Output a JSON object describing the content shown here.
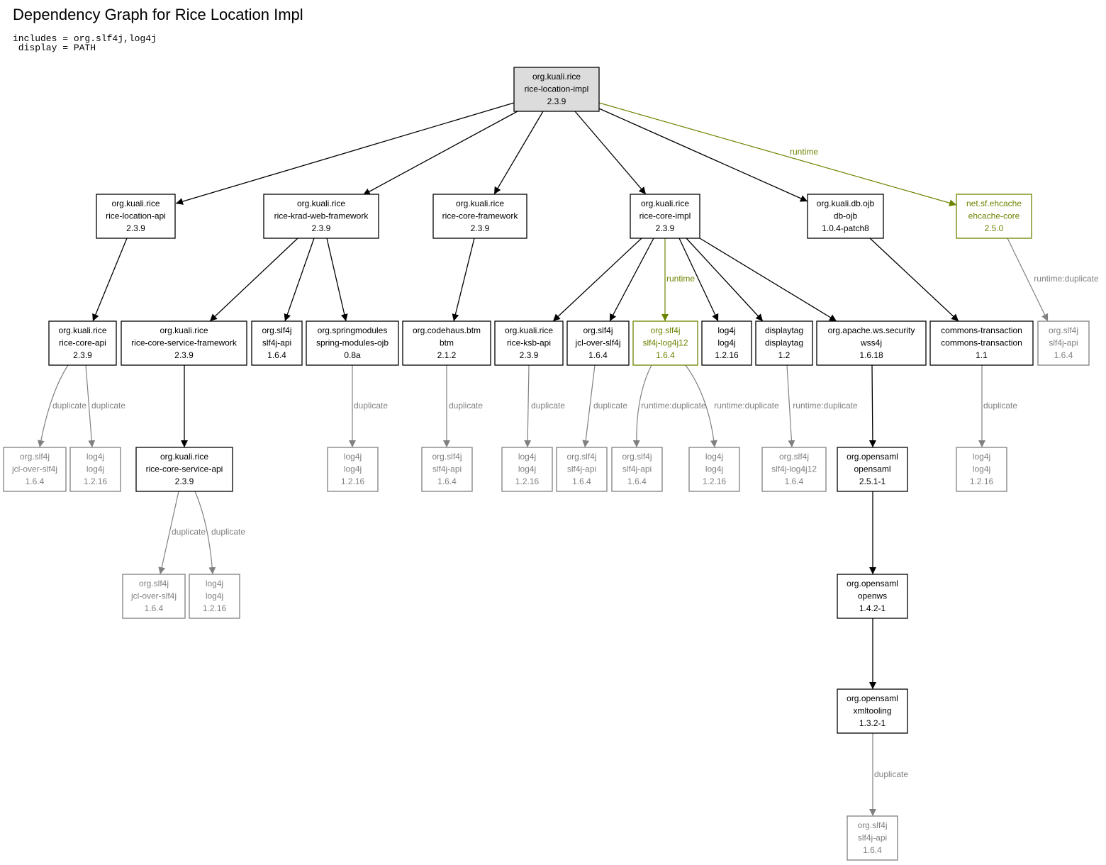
{
  "title": "Dependency Graph for Rice Location Impl",
  "params": [
    "includes = org.slf4j,log4j",
    " display = PATH"
  ],
  "colors": {
    "compile": "#000000",
    "runtime": "#6b8500",
    "duplicate": "#808080",
    "root_fill": "#dcdcdc"
  },
  "nodes": [
    {
      "id": "root",
      "group": "org.kuali.rice",
      "artifact": "rice-location-impl",
      "version": "2.3.9",
      "style": "root"
    },
    {
      "id": "location-api",
      "group": "org.kuali.rice",
      "artifact": "rice-location-api",
      "version": "2.3.9",
      "style": "compile"
    },
    {
      "id": "krad",
      "group": "org.kuali.rice",
      "artifact": "rice-krad-web-framework",
      "version": "2.3.9",
      "style": "compile"
    },
    {
      "id": "core-framework",
      "group": "org.kuali.rice",
      "artifact": "rice-core-framework",
      "version": "2.3.9",
      "style": "compile"
    },
    {
      "id": "core-impl",
      "group": "org.kuali.rice",
      "artifact": "rice-core-impl",
      "version": "2.3.9",
      "style": "compile"
    },
    {
      "id": "db-ojb",
      "group": "org.kuali.db.ojb",
      "artifact": "db-ojb",
      "version": "1.0.4-patch8",
      "style": "compile"
    },
    {
      "id": "ehcache",
      "group": "net.sf.ehcache",
      "artifact": "ehcache-core",
      "version": "2.5.0",
      "style": "runtime"
    },
    {
      "id": "core-api",
      "group": "org.kuali.rice",
      "artifact": "rice-core-api",
      "version": "2.3.9",
      "style": "compile"
    },
    {
      "id": "csf",
      "group": "org.kuali.rice",
      "artifact": "rice-core-service-framework",
      "version": "2.3.9",
      "style": "compile"
    },
    {
      "id": "slf4j-api-a",
      "group": "org.slf4j",
      "artifact": "slf4j-api",
      "version": "1.6.4",
      "style": "compile"
    },
    {
      "id": "spring-ojb",
      "group": "org.springmodules",
      "artifact": "spring-modules-ojb",
      "version": "0.8a",
      "style": "compile"
    },
    {
      "id": "btm",
      "group": "org.codehaus.btm",
      "artifact": "btm",
      "version": "2.1.2",
      "style": "compile"
    },
    {
      "id": "ksb-api",
      "group": "org.kuali.rice",
      "artifact": "rice-ksb-api",
      "version": "2.3.9",
      "style": "compile"
    },
    {
      "id": "jcl-a",
      "group": "org.slf4j",
      "artifact": "jcl-over-slf4j",
      "version": "1.6.4",
      "style": "compile"
    },
    {
      "id": "slf4j-log4j12",
      "group": "org.slf4j",
      "artifact": "slf4j-log4j12",
      "version": "1.6.4",
      "style": "runtime"
    },
    {
      "id": "log4j-a",
      "group": "log4j",
      "artifact": "log4j",
      "version": "1.2.16",
      "style": "compile"
    },
    {
      "id": "displaytag",
      "group": "displaytag",
      "artifact": "displaytag",
      "version": "1.2",
      "style": "compile"
    },
    {
      "id": "wss4j",
      "group": "org.apache.ws.security",
      "artifact": "wss4j",
      "version": "1.6.18",
      "style": "compile"
    },
    {
      "id": "commons-tx",
      "group": "commons-transaction",
      "artifact": "commons-transaction",
      "version": "1.1",
      "style": "compile"
    },
    {
      "id": "slf4j-api-dup-r",
      "group": "org.slf4j",
      "artifact": "slf4j-api",
      "version": "1.6.4",
      "style": "duplicate"
    },
    {
      "id": "jcl-dup-1",
      "group": "org.slf4j",
      "artifact": "jcl-over-slf4j",
      "version": "1.6.4",
      "style": "duplicate"
    },
    {
      "id": "log4j-dup-1",
      "group": "log4j",
      "artifact": "log4j",
      "version": "1.2.16",
      "style": "duplicate"
    },
    {
      "id": "csa",
      "group": "org.kuali.rice",
      "artifact": "rice-core-service-api",
      "version": "2.3.9",
      "style": "compile"
    },
    {
      "id": "log4j-dup-2",
      "group": "log4j",
      "artifact": "log4j",
      "version": "1.2.16",
      "style": "duplicate"
    },
    {
      "id": "slf4j-api-dup-2",
      "group": "org.slf4j",
      "artifact": "slf4j-api",
      "version": "1.6.4",
      "style": "duplicate"
    },
    {
      "id": "log4j-dup-3",
      "group": "log4j",
      "artifact": "log4j",
      "version": "1.2.16",
      "style": "duplicate"
    },
    {
      "id": "slf4j-api-dup-3",
      "group": "org.slf4j",
      "artifact": "slf4j-api",
      "version": "1.6.4",
      "style": "duplicate"
    },
    {
      "id": "slf4j-api-dup-4",
      "group": "org.slf4j",
      "artifact": "slf4j-api",
      "version": "1.6.4",
      "style": "duplicate"
    },
    {
      "id": "log4j-dup-4",
      "group": "log4j",
      "artifact": "log4j",
      "version": "1.2.16",
      "style": "duplicate"
    },
    {
      "id": "slf4j-log4j12-dup",
      "group": "org.slf4j",
      "artifact": "slf4j-log4j12",
      "version": "1.6.4",
      "style": "duplicate"
    },
    {
      "id": "opensaml",
      "group": "org.opensaml",
      "artifact": "opensaml",
      "version": "2.5.1-1",
      "style": "compile"
    },
    {
      "id": "log4j-dup-5",
      "group": "log4j",
      "artifact": "log4j",
      "version": "1.2.16",
      "style": "duplicate"
    },
    {
      "id": "jcl-dup-2",
      "group": "org.slf4j",
      "artifact": "jcl-over-slf4j",
      "version": "1.6.4",
      "style": "duplicate"
    },
    {
      "id": "log4j-dup-6",
      "group": "log4j",
      "artifact": "log4j",
      "version": "1.2.16",
      "style": "duplicate"
    },
    {
      "id": "openws",
      "group": "org.opensaml",
      "artifact": "openws",
      "version": "1.4.2-1",
      "style": "compile"
    },
    {
      "id": "xmltooling",
      "group": "org.opensaml",
      "artifact": "xmltooling",
      "version": "1.3.2-1",
      "style": "compile"
    },
    {
      "id": "slf4j-api-dup-5",
      "group": "org.slf4j",
      "artifact": "slf4j-api",
      "version": "1.6.4",
      "style": "duplicate"
    }
  ],
  "edges": [
    {
      "from": "root",
      "to": "location-api",
      "style": "compile",
      "label": ""
    },
    {
      "from": "root",
      "to": "krad",
      "style": "compile",
      "label": ""
    },
    {
      "from": "root",
      "to": "core-framework",
      "style": "compile",
      "label": ""
    },
    {
      "from": "root",
      "to": "core-impl",
      "style": "compile",
      "label": ""
    },
    {
      "from": "root",
      "to": "db-ojb",
      "style": "compile",
      "label": ""
    },
    {
      "from": "root",
      "to": "ehcache",
      "style": "runtime",
      "label": "runtime"
    },
    {
      "from": "location-api",
      "to": "core-api",
      "style": "compile",
      "label": ""
    },
    {
      "from": "krad",
      "to": "csf",
      "style": "compile",
      "label": ""
    },
    {
      "from": "krad",
      "to": "slf4j-api-a",
      "style": "compile",
      "label": ""
    },
    {
      "from": "krad",
      "to": "spring-ojb",
      "style": "compile",
      "label": ""
    },
    {
      "from": "core-framework",
      "to": "btm",
      "style": "compile",
      "label": ""
    },
    {
      "from": "core-impl",
      "to": "ksb-api",
      "style": "compile",
      "label": ""
    },
    {
      "from": "core-impl",
      "to": "jcl-a",
      "style": "compile",
      "label": ""
    },
    {
      "from": "core-impl",
      "to": "slf4j-log4j12",
      "style": "runtime",
      "label": "runtime"
    },
    {
      "from": "core-impl",
      "to": "log4j-a",
      "style": "compile",
      "label": ""
    },
    {
      "from": "core-impl",
      "to": "displaytag",
      "style": "compile",
      "label": ""
    },
    {
      "from": "core-impl",
      "to": "wss4j",
      "style": "compile",
      "label": ""
    },
    {
      "from": "db-ojb",
      "to": "commons-tx",
      "style": "compile",
      "label": ""
    },
    {
      "from": "ehcache",
      "to": "slf4j-api-dup-r",
      "style": "duplicate",
      "label": "runtime:duplicate"
    },
    {
      "from": "core-api",
      "to": "jcl-dup-1",
      "style": "duplicate",
      "label": "duplicate"
    },
    {
      "from": "core-api",
      "to": "log4j-dup-1",
      "style": "duplicate",
      "label": "duplicate"
    },
    {
      "from": "csf",
      "to": "csa",
      "style": "compile",
      "label": ""
    },
    {
      "from": "spring-ojb",
      "to": "log4j-dup-2",
      "style": "duplicate",
      "label": "duplicate"
    },
    {
      "from": "btm",
      "to": "slf4j-api-dup-2",
      "style": "duplicate",
      "label": "duplicate"
    },
    {
      "from": "ksb-api",
      "to": "log4j-dup-3",
      "style": "duplicate",
      "label": "duplicate"
    },
    {
      "from": "jcl-a",
      "to": "slf4j-api-dup-3",
      "style": "duplicate",
      "label": "duplicate"
    },
    {
      "from": "slf4j-log4j12",
      "to": "slf4j-api-dup-4",
      "style": "duplicate",
      "label": "runtime:duplicate"
    },
    {
      "from": "slf4j-log4j12",
      "to": "log4j-dup-4",
      "style": "duplicate",
      "label": "runtime:duplicate"
    },
    {
      "from": "displaytag",
      "to": "slf4j-log4j12-dup",
      "style": "duplicate",
      "label": "runtime:duplicate"
    },
    {
      "from": "wss4j",
      "to": "opensaml",
      "style": "compile",
      "label": ""
    },
    {
      "from": "commons-tx",
      "to": "log4j-dup-5",
      "style": "duplicate",
      "label": "duplicate"
    },
    {
      "from": "csa",
      "to": "jcl-dup-2",
      "style": "duplicate",
      "label": "duplicate"
    },
    {
      "from": "csa",
      "to": "log4j-dup-6",
      "style": "duplicate",
      "label": "duplicate"
    },
    {
      "from": "opensaml",
      "to": "openws",
      "style": "compile",
      "label": ""
    },
    {
      "from": "openws",
      "to": "xmltooling",
      "style": "compile",
      "label": ""
    },
    {
      "from": "xmltooling",
      "to": "slf4j-api-dup-5",
      "style": "duplicate",
      "label": "duplicate"
    }
  ]
}
